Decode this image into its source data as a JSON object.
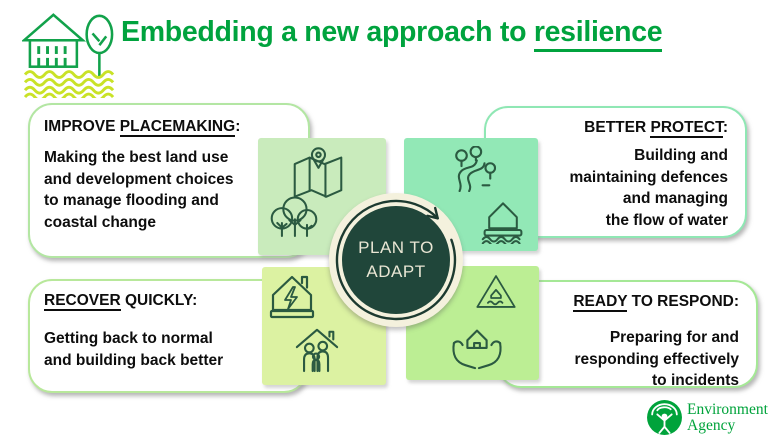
{
  "header": {
    "title_prefix": "Embedding a new approach to ",
    "title_underlined": "resilience",
    "logo_icon": "building-tree-floodwater-icon"
  },
  "center_hub": {
    "line1": "PLAN TO",
    "line2": "ADAPT",
    "arrow_icon": "clockwise-cycle-arrow-icon"
  },
  "cards": [
    {
      "id": "improve-placemaking",
      "heading_pre": "IMPROVE ",
      "heading_underlined": "PLACEMAKING",
      "heading_post": ":",
      "body": "Making the best land use\nand development choices\nto manage flooding and\ncoastal change",
      "align": "left"
    },
    {
      "id": "better-protect",
      "heading_pre": "BETTER ",
      "heading_underlined": "PROTECT",
      "heading_post": ":",
      "body": "Building and\nmaintaining defences\nand managing\nthe flow of water",
      "align": "right"
    },
    {
      "id": "recover-quickly",
      "heading_pre": "",
      "heading_underlined": "RECOVER",
      "heading_post": " QUICKLY:",
      "body": "Getting back to normal\nand building back better",
      "align": "left"
    },
    {
      "id": "ready-to-respond",
      "heading_pre": "",
      "heading_underlined": "READY",
      "heading_post": " TO RESPOND:",
      "body": "Preparing for and\nresponding effectively\nto incidents",
      "align": "right"
    }
  ],
  "quadrants": [
    {
      "id": "quadrant-top-left",
      "icons": [
        "map-location-icon",
        "trees-icon"
      ]
    },
    {
      "id": "quadrant-top-right",
      "icons": [
        "river-trees-icon",
        "flooded-house-icon"
      ]
    },
    {
      "id": "quadrant-bottom-left",
      "icons": [
        "house-power-icon",
        "family-icon"
      ]
    },
    {
      "id": "quadrant-bottom-right",
      "icons": [
        "flood-warning-triangle-icon",
        "hands-holding-house-icon"
      ]
    }
  ],
  "footer": {
    "logo_line1": "Environment",
    "logo_line2": "Agency",
    "logo_icon": "environment-agency-roundel-icon"
  },
  "colors": {
    "title_green": "#00a33e",
    "ea_green": "#00a33b",
    "hub_circle": "#20463a",
    "hub_ring": "#f4f1dd",
    "hub_text": "#e9e6d4",
    "icon_stroke": "#2b5a41",
    "quad_top_left": "#c9ebbc",
    "quad_top_right": "#92e8b6",
    "quad_bottom_left": "#dcf2a2",
    "quad_bottom_right": "#bcee94",
    "card_border_top_left": "#b3e6a3",
    "card_border_top_right": "#8fe7b4",
    "card_border_bottom_left": "#b8e89b",
    "card_border_bottom_right": "#a5e896",
    "logo_waves": "#c9e227",
    "logo_green": "#12a24b"
  }
}
